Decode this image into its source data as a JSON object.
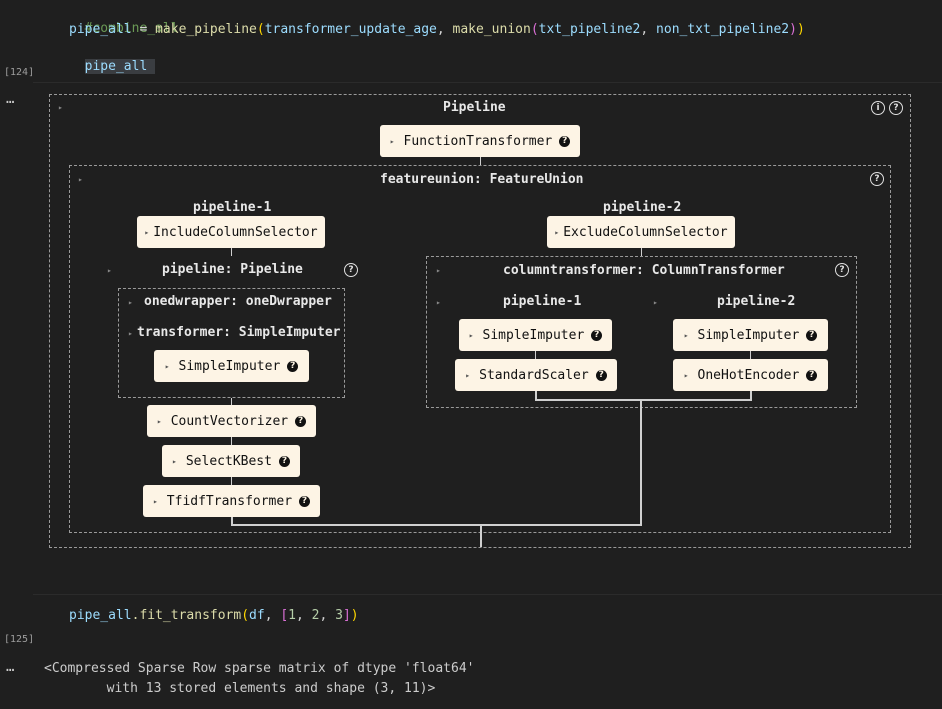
{
  "cell1": {
    "exec_count": "[124]",
    "lines": {
      "comment": "#combine_all",
      "assign_var": "pipe_all",
      "assign_eq": " = ",
      "make_pipeline": "make_pipeline",
      "arg1": "transformer_update_age",
      "comma1": ", ",
      "make_union": "make_union",
      "arg2": "txt_pipeline2",
      "comma2": ", ",
      "arg3": "non_txt_pipeline2",
      "display": "pipe_all"
    },
    "output_dots": "…"
  },
  "diagram": {
    "pipeline_title": "Pipeline",
    "info_icon": "i",
    "help_icon": "?",
    "function_transformer": "FunctionTransformer",
    "featureunion_label": "featureunion: FeatureUnion",
    "left": {
      "title": "pipeline-1",
      "selector": "IncludeColumnSelector",
      "sub_pipeline_label": "pipeline: Pipeline",
      "onedwrapper_label": "onedwrapper: oneDwrapper",
      "transformer_label": "transformer: SimpleImputer",
      "imputer": "SimpleImputer",
      "count_vectorizer": "CountVectorizer",
      "select_kbest": "SelectKBest",
      "tfidf": "TfidfTransformer"
    },
    "right": {
      "title": "pipeline-2",
      "selector": "ExcludeColumnSelector",
      "ct_label": "columntransformer: ColumnTransformer",
      "p1_title": "pipeline-1",
      "p2_title": "pipeline-2",
      "p1_imputer": "SimpleImputer",
      "p1_scaler": "StandardScaler",
      "p2_imputer": "SimpleImputer",
      "p2_encoder": "OneHotEncoder"
    }
  },
  "cell2": {
    "exec_count": "[125]",
    "var": "pipe_all",
    "method": ".fit_transform",
    "open_paren": "(",
    "arg_df": "df",
    "comma": ", ",
    "list_open": "[",
    "n1": "1",
    "n2": "2",
    "n3": "3",
    "list_close": "]",
    "close_paren": ")",
    "output_line1": "<Compressed Sparse Row sparse matrix of dtype 'float64'",
    "output_line2": "        with 13 stored elements and shape (3, 11)>",
    "output_dots": "…"
  },
  "colors": {
    "background": "#1f1f1f",
    "estimator_fill": "#fdf4e5",
    "comment": "#6a9955",
    "variable": "#9cdcfe",
    "function": "#dcdcaa"
  }
}
